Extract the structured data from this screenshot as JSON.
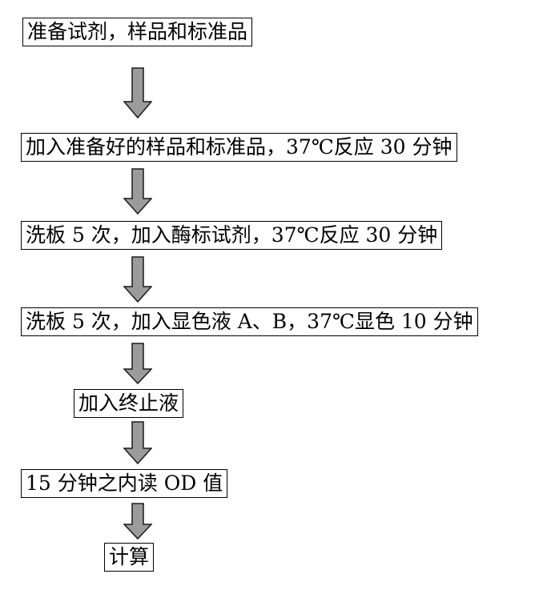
{
  "flowchart": {
    "description": "ELISA assay procedure flowchart",
    "steps": [
      {
        "label": "准备试剂，样品和标准品"
      },
      {
        "label": "加入准备好的样品和标准品，37℃反应 30 分钟"
      },
      {
        "label": "洗板 5 次，加入酶标试剂，37℃反应 30 分钟"
      },
      {
        "label": "洗板 5 次，加入显色液 A、B，37℃显色 10 分钟"
      },
      {
        "label": "加入终止液"
      },
      {
        "label": "15 分钟之内读 OD 值"
      },
      {
        "label": "计算"
      }
    ],
    "colors": {
      "arrow_fill": "#9b9b9b",
      "arrow_outline": "#1a1a1a",
      "box_border": "#000000",
      "background": "#ffffff",
      "text": "#000000"
    }
  }
}
